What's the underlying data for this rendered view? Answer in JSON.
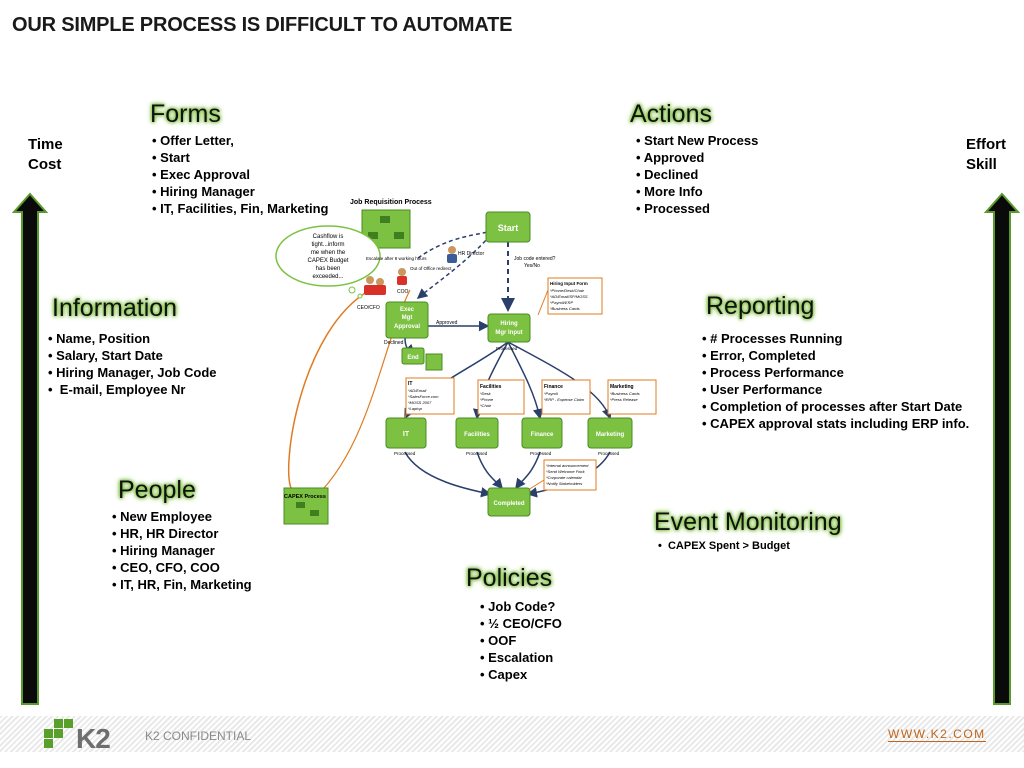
{
  "title": "OUR SIMPLE PROCESS IS DIFFICULT TO AUTOMATE",
  "left_axis": {
    "line1": "Time",
    "line2": "Cost"
  },
  "right_axis": {
    "line1": "Effort",
    "line2": "Skill"
  },
  "sections": {
    "forms": {
      "heading": "Forms",
      "items": [
        "Offer Letter,",
        "Start",
        "Exec Approval",
        "Hiring Manager",
        "IT, Facilities, Fin, Marketing"
      ]
    },
    "actions": {
      "heading": "Actions",
      "items": [
        "Start New Process",
        "Approved",
        "Declined",
        "More Info",
        "Processed"
      ]
    },
    "information": {
      "heading": "Information",
      "items": [
        "Name, Position",
        "Salary, Start Date",
        "Hiring Manager, Job Code",
        " E-mail, Employee Nr"
      ]
    },
    "reporting": {
      "heading": "Reporting",
      "items": [
        "# Processes Running",
        "Error, Completed",
        "Process Performance",
        "User Performance",
        "Completion of processes after Start Date",
        "CAPEX approval stats including ERP info."
      ]
    },
    "people": {
      "heading": "People",
      "items": [
        "New Employee",
        "HR, HR Director",
        "Hiring Manager",
        "CEO, CFO, COO",
        "IT, HR, Fin, Marketing"
      ]
    },
    "event_monitoring": {
      "heading": "Event Monitoring",
      "items": [
        " CAPEX Spent > Budget"
      ]
    },
    "policies": {
      "heading": "Policies",
      "items": [
        "Job Code?",
        "½ CEO/CFO",
        "OOF",
        "Escalation",
        "Capex"
      ]
    }
  },
  "diagram": {
    "title": "Job Requisition Process",
    "start": "Start",
    "exec_line1": "Exec",
    "exec_line2": "Mgt",
    "exec_line3": "Approval",
    "hiring_line1": "Hiring",
    "hiring_line2": "Mgr Input",
    "end": "End",
    "it": "IT",
    "facilities": "Facilities",
    "finance": "Finance",
    "marketing": "Marketing",
    "completed": "Completed",
    "capex": "CAPEX Process",
    "cloud": [
      "Cashflow is",
      "tight...inform",
      "me when the",
      "CAPEX Budget",
      "has been",
      "exceeded..."
    ],
    "approved": "Approved",
    "declined": "Declined",
    "processed": "Processed",
    "job_code_q": "Job code entered?",
    "yes_no": "Yes/No",
    "escalate": "Escalate after 8 working hours",
    "out_of_office": "Out of Office redirect",
    "hr_director": "HR Director",
    "coo": "COO",
    "ceo_cfo": "CEO/CFO",
    "hiring_form": {
      "title": "Hiring Input Form",
      "items": [
        "*Phone/Desk/Chair",
        "*AD/Email/SP/MOSS",
        "*Payroll/ERP",
        "*Business Cards"
      ]
    },
    "box_it": {
      "title": "IT",
      "items": [
        "*AD/Email",
        "*SalesForce.com",
        "*MOSS 2007",
        "*Laptop"
      ]
    },
    "box_facilities": {
      "title": "Facilities",
      "items": [
        "*Desk",
        "*Phone",
        "*Chair"
      ]
    },
    "box_finance": {
      "title": "Finance",
      "items": [
        "*Payroll",
        "*ERP - Expense Claim"
      ]
    },
    "box_marketing": {
      "title": "Marketing",
      "items": [
        "*Business Cards",
        "*Press Release"
      ]
    },
    "box_complete": {
      "items": [
        "*Internal announcement",
        "*Send Welcome Pack",
        "*Corporate calendar",
        "*Notify Stakeholders"
      ]
    }
  },
  "footer": {
    "logo": "K2",
    "confidential": "K2 CONFIDENTIAL",
    "website": "WWW.K2.COM"
  },
  "colors": {
    "accent_green": "#6ab43c",
    "node_green": "#7cc142",
    "orange": "#e07b22",
    "arrow_dark": "#0a0a0a"
  }
}
